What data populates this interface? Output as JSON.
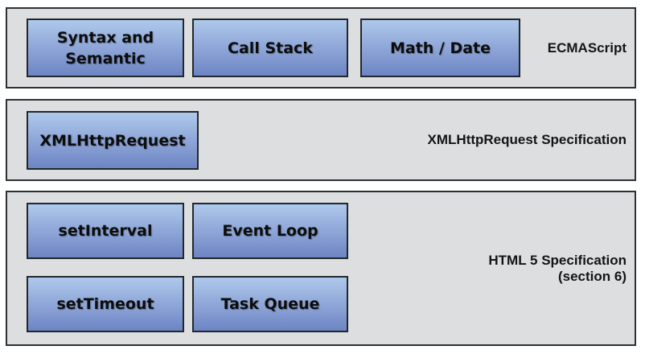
{
  "colors": {
    "page_background": "#ffffff",
    "section_background": "#dcdee0",
    "section_border": "#2e3133",
    "box_border": "#22272b",
    "box_gradient_top": "#aec9eb",
    "box_gradient_bottom": "#6d85c3",
    "text": "#0d0d0d"
  },
  "sections": [
    {
      "label": "ECMAScript",
      "boxes": [
        "Syntax and Semantic",
        "Call Stack",
        "Math / Date"
      ]
    },
    {
      "label": "XMLHttpRequest Specification",
      "boxes": [
        "XMLHttpRequest"
      ]
    },
    {
      "label_line1": "HTML 5 Specification",
      "label_line2": "(section 6)",
      "boxes": [
        "setInterval",
        "Event Loop",
        "setTimeout",
        "Task Queue"
      ]
    }
  ]
}
